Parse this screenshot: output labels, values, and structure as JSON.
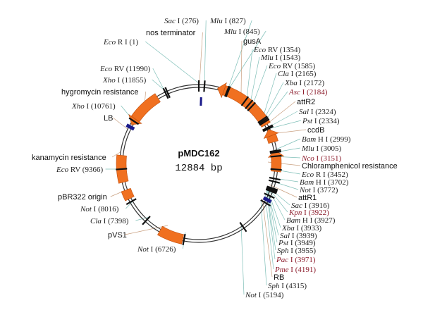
{
  "plasmid": {
    "name": "pMDC162",
    "size": "12884 bp"
  },
  "colors": {
    "feature": "#f07020",
    "backbone": "#333333",
    "marker": "#1a1a8a",
    "highlight": "#8b1a2a",
    "leader": "#7fbfb8"
  },
  "labels": [
    {
      "italic": "Sac",
      "rest": " I (276)"
    },
    {
      "text": "nos terminator"
    },
    {
      "italic": "Mlu",
      "rest": " I (827)"
    },
    {
      "italic": "Eco",
      "rest": " R I (1)"
    },
    {
      "italic": "Mlu",
      "rest": " I (845)"
    },
    {
      "text": "gusA"
    },
    {
      "italic": "Eco",
      "rest": " RV (1354)"
    },
    {
      "italic": "Mlu",
      "rest": " I (1543)"
    },
    {
      "italic": "Eco",
      "rest": " RV (1585)"
    },
    {
      "italic": "Cla",
      "rest": " I (2165)"
    },
    {
      "italic": "Xba",
      "rest": " I (2172)"
    },
    {
      "italic": "Asc",
      "rest": " I (2184)",
      "highlight": true
    },
    {
      "text": "attR2"
    },
    {
      "italic": "Sal",
      "rest": " I (2324)"
    },
    {
      "italic": "Pst",
      "rest": " I (2334)"
    },
    {
      "text": "ccdB"
    },
    {
      "italic": "Bam",
      "rest": " H I (2999)"
    },
    {
      "italic": "Mlu",
      "rest": " I (3005)"
    },
    {
      "italic": "Nco",
      "rest": " I (3151)",
      "highlight": true
    },
    {
      "text": "Chloramphenicol resistance"
    },
    {
      "italic": "Eco",
      "rest": " R I (3452)"
    },
    {
      "italic": "Bam",
      "rest": " H I (3702)"
    },
    {
      "italic": "Not",
      "rest": " I (3772)"
    },
    {
      "text": "attR1"
    },
    {
      "italic": "Sac",
      "rest": " I (3916)"
    },
    {
      "italic": "Kpn",
      "rest": " I (3922)",
      "highlight": true
    },
    {
      "italic": "Bam",
      "rest": " H I (3927)"
    },
    {
      "italic": "Xba",
      "rest": " I (3933)"
    },
    {
      "italic": "Sal",
      "rest": " I (3939)"
    },
    {
      "italic": "Pst",
      "rest": " I (3949)"
    },
    {
      "italic": "Sph",
      "rest": " I (3955)"
    },
    {
      "italic": "Pac",
      "rest": " I (3971)",
      "highlight": true
    },
    {
      "italic": "Pme",
      "rest": " I (4191)",
      "highlight": true
    },
    {
      "text": "RB"
    },
    {
      "italic": "Sph",
      "rest": " I (4315)"
    },
    {
      "italic": "Not",
      "rest": " I (5194)"
    },
    {
      "italic": "Eco",
      "rest": " RV (11990)"
    },
    {
      "italic": "Xho",
      "rest": " I (11855)"
    },
    {
      "text": "hygromycin resistance"
    },
    {
      "italic": "Xho",
      "rest": " I (10761)"
    },
    {
      "text": "LB"
    },
    {
      "text": "kanamycin resistance"
    },
    {
      "italic": "Eco",
      "rest": " RV (9366)"
    },
    {
      "text": "pBR322 origin"
    },
    {
      "italic": "Not",
      "rest": " I (8016)"
    },
    {
      "italic": "Cla",
      "rest": " I (7398)"
    },
    {
      "text": "pVS1"
    },
    {
      "italic": "Not",
      "rest": " I (6726)"
    }
  ]
}
